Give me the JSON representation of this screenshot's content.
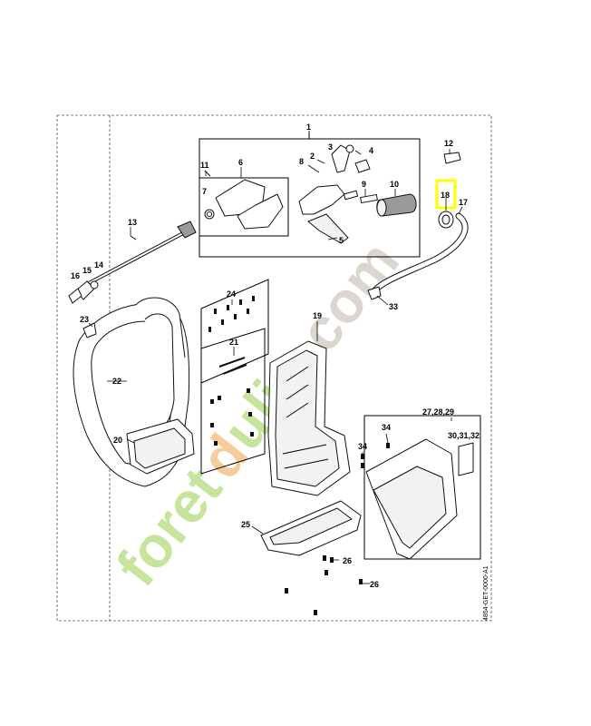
{
  "labels": {
    "p1": "1",
    "p2": "2",
    "p3": "3",
    "p4": "4",
    "p5": "5",
    "p6": "6",
    "p7": "7",
    "p8": "8",
    "p9": "9",
    "p10": "10",
    "p11": "11",
    "p12": "12",
    "p13": "13",
    "p14": "14",
    "p15": "15",
    "p16": "16",
    "p17": "17",
    "p18": "18",
    "p19": "19",
    "p20": "20",
    "p21": "21",
    "p22": "22",
    "p23": "23",
    "p24": "24",
    "p25": "25",
    "p26a": "26",
    "p26b": "26",
    "p27": "27,28,29",
    "p30": "30,31,32",
    "p33": "33",
    "p34a": "34",
    "p34b": "34"
  },
  "highlighted_part": "18",
  "highlight_color": "#ffff00",
  "drawing_ref": "4854-GET-0000-A1",
  "watermark": {
    "text": "foretdulin.com",
    "colors": [
      "#bde08a",
      "#f5c48a",
      "#d6cfc6"
    ]
  }
}
